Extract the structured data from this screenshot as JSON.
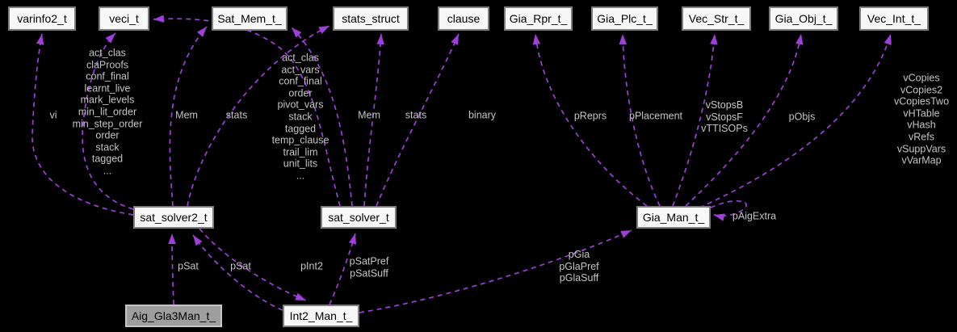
{
  "diagram": {
    "type": "doxygen-collaboration-graph",
    "background_color": "#000000",
    "edge_color": "#9e3fd9",
    "edge_label_color": "#c4c4c4",
    "node_fill": "#f7f7f7",
    "node_border": "#7e7e7e",
    "highlight_node_fill": "#9e9e9e"
  },
  "nodes": {
    "varinfo2": {
      "label": "varinfo2_t"
    },
    "veci": {
      "label": "veci_t"
    },
    "sat_mem": {
      "label": "Sat_Mem_t_"
    },
    "stats_struct": {
      "label": "stats_struct"
    },
    "clause": {
      "label": "clause"
    },
    "gia_rpr": {
      "label": "Gia_Rpr_t_"
    },
    "gia_plc": {
      "label": "Gia_Plc_t_"
    },
    "vec_str": {
      "label": "Vec_Str_t_"
    },
    "gia_obj": {
      "label": "Gia_Obj_t_"
    },
    "vec_int": {
      "label": "Vec_Int_t_"
    },
    "sat_solver2": {
      "label": "sat_solver2_t"
    },
    "sat_solver": {
      "label": "sat_solver_t"
    },
    "gia_man": {
      "label": "Gia_Man_t_"
    },
    "aig_gla3man": {
      "label": "Aig_Gla3Man_t_",
      "highlighted": true
    },
    "int2_man": {
      "label": "Int2_Man_t_"
    }
  },
  "edge_labels": {
    "vi": "vi",
    "solver2_veci_members": "act_clas\nclaProofs\nconf_final\nlearnt_live\nmark_levels\nmin_lit_order\nmin_step_order\norder\nstack\ntagged\n...",
    "solver2_mem": "Mem",
    "solver2_stats": "stats",
    "solver_veci_members": "act_clas\nact_vars\nconf_final\norder\npivot_vars\nstack\ntagged\ntemp_clause\ntrail_lim\nunit_lits\n...",
    "solver_mem": "Mem",
    "solver_stats": "stats",
    "binary": "binary",
    "pReprs": "pReprs",
    "pPlacement": "pPlacement",
    "vStops": "vStopsB\nvStopsF\nvTTISOPs",
    "pObjs": "pObjs",
    "vCopies": "vCopies\nvCopies2\nvCopiesTwo\nvHTable\nvHash\nvRefs\nvSuppVars\nvVarMap",
    "pAigExtra": "pAigExtra",
    "pSat_gla": "pSat",
    "pSat_int2": "pSat",
    "pInt2": "pInt2",
    "pSatPrefSuff": "pSatPref\npSatSuff",
    "pGia": "pGia\npGlaPref\npGlaSuff"
  },
  "edges": [
    {
      "from": "sat_solver2_t",
      "to": "varinfo2_t",
      "label_key": "vi"
    },
    {
      "from": "sat_solver2_t",
      "to": "veci_t",
      "label_key": "solver2_veci_members"
    },
    {
      "from": "sat_solver2_t",
      "to": "Sat_Mem_t_",
      "label_key": "solver2_mem"
    },
    {
      "from": "sat_solver2_t",
      "to": "stats_struct",
      "label_key": "solver2_stats"
    },
    {
      "from": "sat_solver_t",
      "to": "veci_t",
      "label_key": "solver_veci_members"
    },
    {
      "from": "sat_solver_t",
      "to": "Sat_Mem_t_",
      "label_key": "solver_mem"
    },
    {
      "from": "sat_solver_t",
      "to": "stats_struct",
      "label_key": "solver_stats"
    },
    {
      "from": "sat_solver_t",
      "to": "clause",
      "label_key": "binary"
    },
    {
      "from": "Gia_Man_t_",
      "to": "Gia_Rpr_t_",
      "label_key": "pReprs"
    },
    {
      "from": "Gia_Man_t_",
      "to": "Gia_Plc_t_",
      "label_key": "pPlacement"
    },
    {
      "from": "Gia_Man_t_",
      "to": "Vec_Str_t_",
      "label_key": "vStops"
    },
    {
      "from": "Gia_Man_t_",
      "to": "Gia_Obj_t_",
      "label_key": "pObjs"
    },
    {
      "from": "Gia_Man_t_",
      "to": "Vec_Int_t_",
      "label_key": "vCopies"
    },
    {
      "from": "Gia_Man_t_",
      "to": "Gia_Man_t_",
      "label_key": "pAigExtra"
    },
    {
      "from": "Aig_Gla3Man_t_",
      "to": "sat_solver2_t",
      "label_key": "pSat_gla"
    },
    {
      "from": "Int2_Man_t_",
      "to": "sat_solver2_t",
      "label_key": "pSat_int2"
    },
    {
      "from": "sat_solver2_t",
      "to": "Int2_Man_t_",
      "label_key": "pInt2"
    },
    {
      "from": "Int2_Man_t_",
      "to": "sat_solver_t",
      "label_key": "pSatPrefSuff"
    },
    {
      "from": "Int2_Man_t_",
      "to": "Gia_Man_t_",
      "label_key": "pGia"
    }
  ]
}
